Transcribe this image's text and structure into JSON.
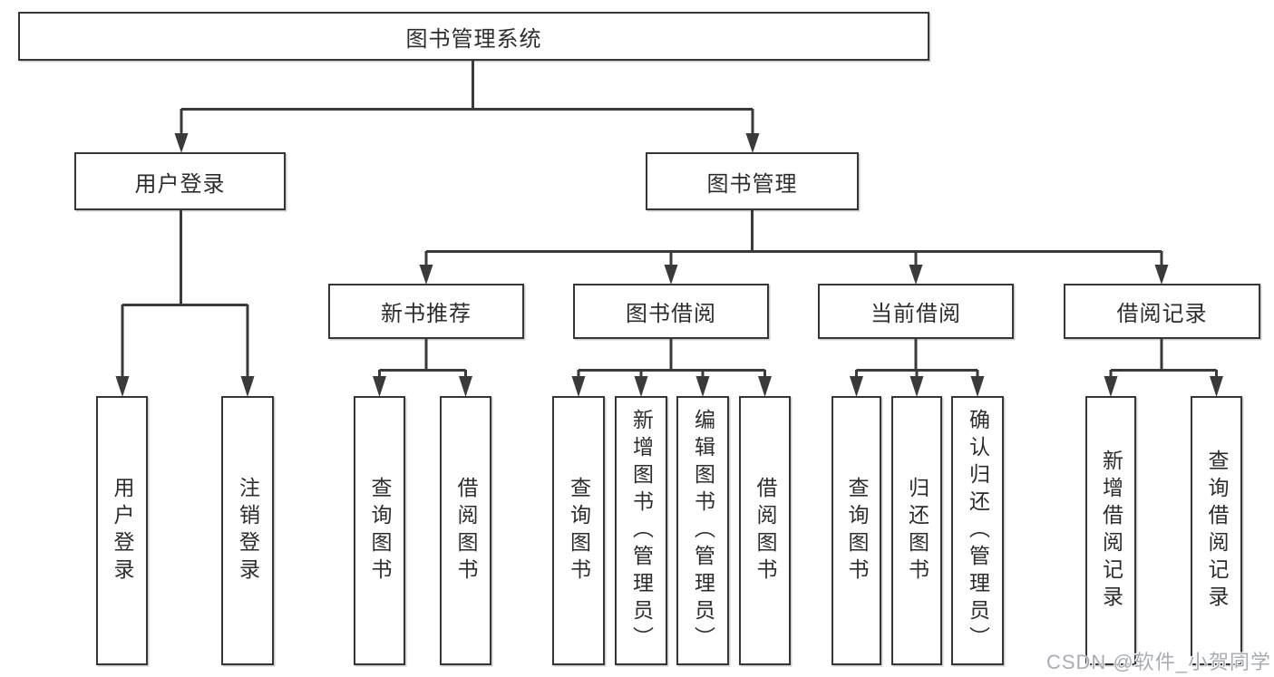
{
  "diagram": {
    "nodes": {
      "root": "图书管理系统",
      "user_login": "用户登录",
      "book_management": "图书管理",
      "new_book_recommendation": "新书推荐",
      "book_borrowing": "图书借阅",
      "current_borrowing": "当前借阅",
      "borrowing_records": "借阅记录",
      "leaf_user_login": "用户登录",
      "leaf_logout": "注销登录",
      "leaf_query_books_recommend": "查询图书",
      "leaf_borrow_books_recommend": "借阅图书",
      "leaf_query_books_borrow": "查询图书",
      "leaf_add_books_admin": "新增图书（管理员）",
      "leaf_edit_books_admin": "编辑图书（管理员）",
      "leaf_borrow_books_borrow": "借阅图书",
      "leaf_query_books_current": "查询图书",
      "leaf_return_books": "归还图书",
      "leaf_confirm_return_admin": "确认归还（管理员）",
      "leaf_add_borrow_record": "新增借阅记录",
      "leaf_query_borrow_record": "查询借阅记录"
    },
    "colors": {
      "line": "#3a3a3a",
      "box_border": "#363636",
      "text": "#2d2d2d",
      "watermark": "#a9adb3",
      "background": "#ffffff"
    }
  },
  "watermark": "CSDN @软件_小贺同学"
}
